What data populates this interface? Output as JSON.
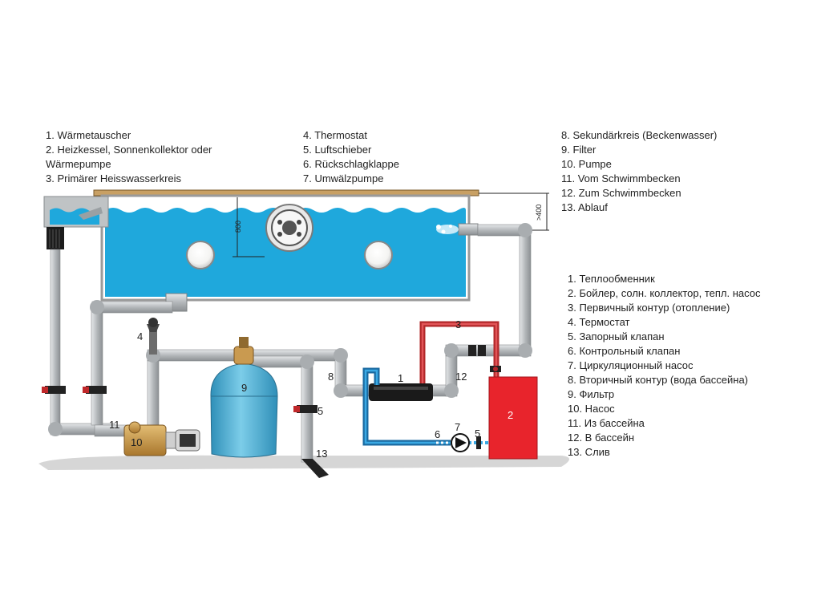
{
  "legend_de_col1": [
    {
      "text": "1.  Wärmetauscher"
    },
    {
      "text": "2.  Heizkessel, Sonnenkollektor oder"
    },
    {
      "text": "     Wärmepumpe"
    },
    {
      "text": "3.  Primärer Heisswasserkreis"
    }
  ],
  "legend_de_col2": [
    {
      "text": "4.  Thermostat"
    },
    {
      "text": "5.  Luftschieber"
    },
    {
      "text": "6.  Rückschlagklappe"
    },
    {
      "text": "7.  Umwälzpumpe"
    }
  ],
  "legend_de_col3": [
    {
      "text": "8.  Sekundärkreis (Beckenwasser)"
    },
    {
      "text": "9.  Filter"
    },
    {
      "text": "10.  Pumpe"
    },
    {
      "text": "11.  Vom Schwimmbecken"
    },
    {
      "text": "12.  Zum Schwimmbecken"
    },
    {
      "text": "13.  Ablauf"
    }
  ],
  "legend_ru": [
    {
      "text": "1.  Теплообменник"
    },
    {
      "text": "2.  Бойлер, солн. коллектор, тепл. насос"
    },
    {
      "text": "3.  Первичный контур (отопление)"
    },
    {
      "text": "4.  Термостат"
    },
    {
      "text": "5.  Запорный клапан"
    },
    {
      "text": "6.  Контрольный клапан"
    },
    {
      "text": "7.  Циркуляционный насос"
    },
    {
      "text": "8.  Вторичный контур (вода  бассейна)"
    },
    {
      "text": "9.  Фильтр"
    },
    {
      "text": "10.  Насос"
    },
    {
      "text": "11.  Из бассейна"
    },
    {
      "text": "12.  В бассейн"
    },
    {
      "text": "13.  Слив"
    }
  ],
  "diagram": {
    "dim_depth": "800",
    "dim_height": ">400",
    "callouts": {
      "c1": "1",
      "c2": "2",
      "c3": "3",
      "c4": "4",
      "c5a": "5",
      "c5b": "5",
      "c6": "6",
      "c7": "7",
      "c8": "8",
      "c9": "9",
      "c10": "10",
      "c11": "11",
      "c12": "12",
      "c13": "13"
    }
  },
  "colors": {
    "water": "#1fa8dc",
    "pipe_gray": "#b8bcbf",
    "primary_red": "#c0282a",
    "secondary_blue": "#1e8fd0",
    "boiler_red": "#e8242c",
    "filter_blue": "#4fb3d8",
    "pump_bronze": "#c89a4a",
    "ground": "#d6d6d6"
  }
}
